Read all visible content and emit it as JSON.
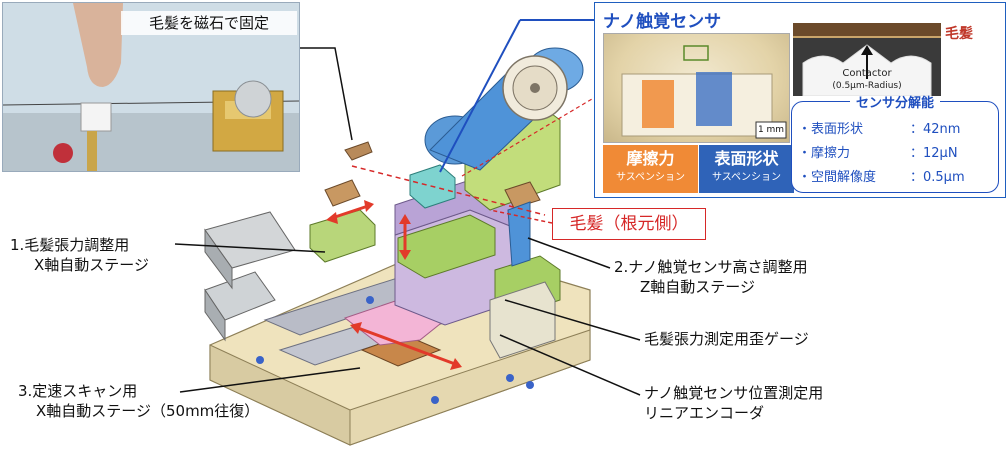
{
  "photo": {
    "caption": "毛髪を磁石で固定"
  },
  "sensor_panel": {
    "title": "ナノ触覚センサ",
    "hair_label": "毛髪",
    "contactor_line1": "Contactor",
    "contactor_line2": "(0.5µm-Radius)",
    "scale": "1 mm",
    "friction": {
      "main": "摩擦力",
      "sub": "サスペンション",
      "color": "#f08a36"
    },
    "surface": {
      "main": "表面形状",
      "sub": "サスペンション",
      "color": "#2f63b8"
    },
    "resolution": {
      "title": "センサ分解能",
      "rows": [
        {
          "label": "・表面形状",
          "value": "：42nm"
        },
        {
          "label": "・摩擦力",
          "value": "：12µN"
        },
        {
          "label": "・空間解像度",
          "value": "：0.5µm"
        }
      ]
    }
  },
  "labels": {
    "hair_root": "毛髪（根元側）",
    "stage1_line1": "1.毛髪張力調整用",
    "stage1_line2": "X軸自動ステージ",
    "stage2_line1": "2.ナノ触覚センサ高さ調整用",
    "stage2_line2": "Z軸自動ステージ",
    "strain_gauge": "毛髪張力測定用歪ゲージ",
    "stage3_line1": "3.定速スキャン用",
    "stage3_line2": "X軸自動ステージ（50mm往復）",
    "encoder_line1": "ナノ触覚センサ位置測定用",
    "encoder_line2": "リニアエンコーダ"
  }
}
